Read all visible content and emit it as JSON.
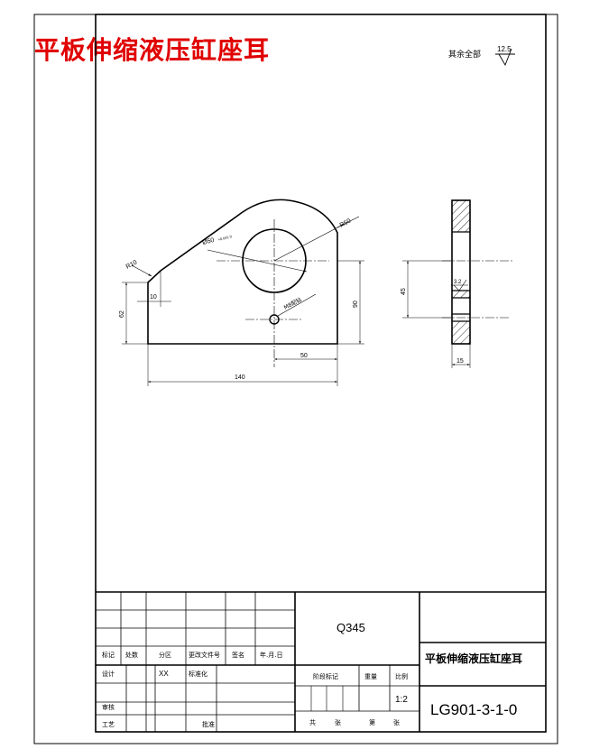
{
  "header": {
    "title": "平板伸缩液压缸座耳",
    "roughness_note": "其余全部",
    "roughness_value": "12.5"
  },
  "drawing": {
    "dims": {
      "chamfer": "R10",
      "edge_10": "10",
      "height_left": "62",
      "radius": "R50",
      "bore": "Ø50",
      "bore_tol": "+0.041 0",
      "height_right": "90",
      "hole_50": "50",
      "length_140": "140",
      "side_45": "45",
      "side_15": "15",
      "side_rough": "3.2",
      "hole_note": "M8配钻"
    }
  },
  "title_block": {
    "material": "Q345",
    "part_name": "平板伸缩液压缸座耳",
    "drawing_no": "LG901-3-1-0",
    "scale": "1:2",
    "labels": {
      "mark": "标记",
      "count": "处数",
      "zone": "分区",
      "change_doc": "更改文件号",
      "signature": "签名",
      "date": "年.月.日",
      "design": "设计",
      "designer": "XX",
      "standardization": "标准化",
      "stage_mark": "阶段标记",
      "weight": "重量",
      "scale_label": "比例",
      "review": "审核",
      "process": "工艺",
      "approve": "批准",
      "total": "共",
      "sheets": "张",
      "page": "第",
      "sheet": "张"
    }
  }
}
